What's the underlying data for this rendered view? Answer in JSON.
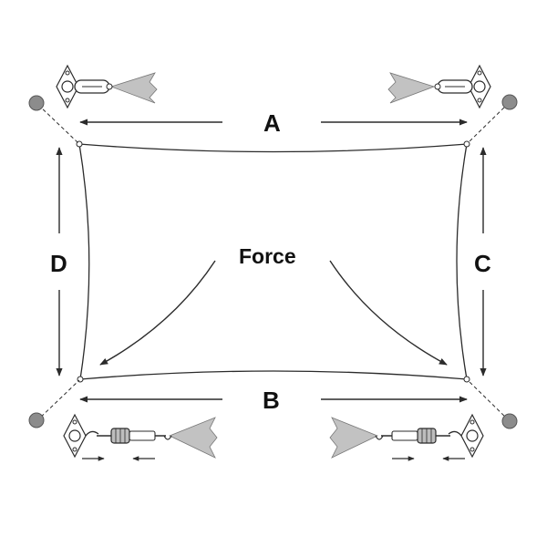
{
  "labels": {
    "top_side": "A",
    "bottom_side": "B",
    "right_side": "C",
    "left_side": "D",
    "center": "Force"
  },
  "colors": {
    "line": "#2b2b2b",
    "anchor_post": "#8c8c8c",
    "anchor_post_dark": "#555555",
    "fabric_wedge": "#c2c2c2",
    "hardware": "#bdbdbd"
  },
  "icons": [
    "anchor-post-icon",
    "pad-eye-icon",
    "carabiner-hook-icon",
    "turnbuckle-icon",
    "tension-arrow-icon",
    "fabric-corner-icon"
  ]
}
